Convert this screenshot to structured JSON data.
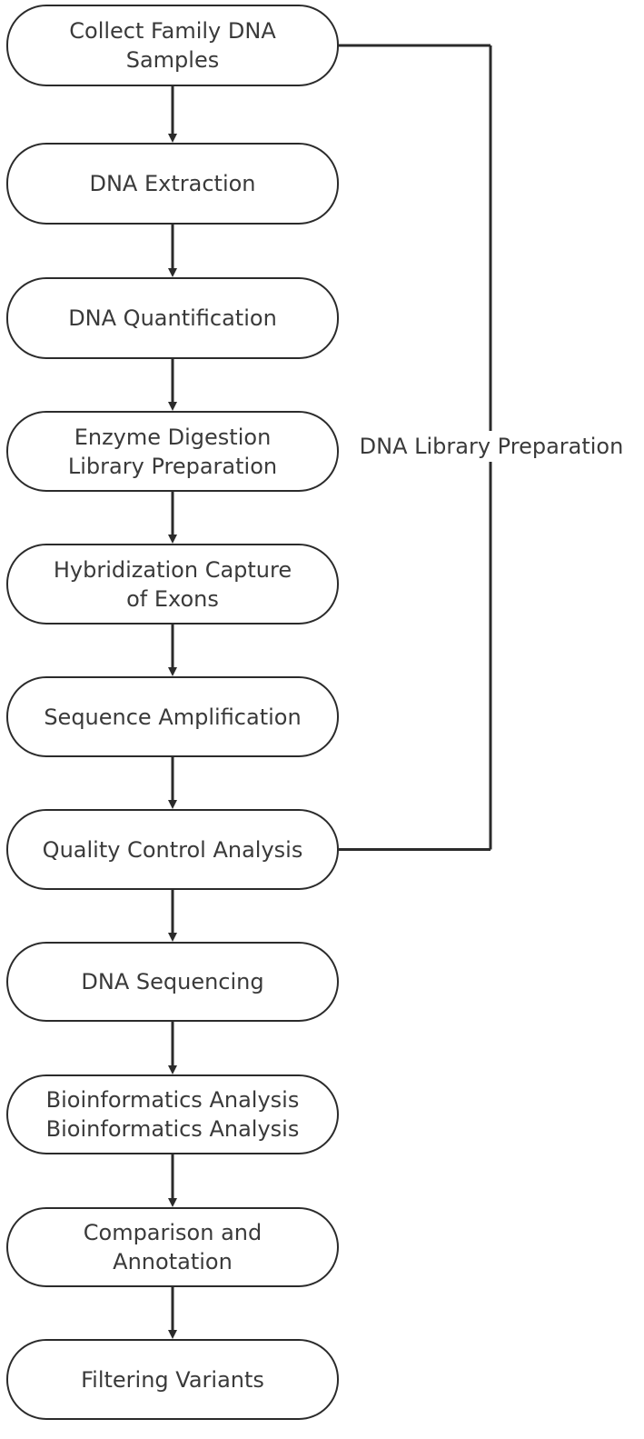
{
  "steps": [
    {
      "label": "Collect Family DNA\nSamples"
    },
    {
      "label": "DNA Extraction"
    },
    {
      "label": "DNA Quantification"
    },
    {
      "label": "Enzyme Digestion\nLibrary Preparation"
    },
    {
      "label": "Hybridization Capture\nof Exons"
    },
    {
      "label": "Sequence Amplification"
    },
    {
      "label": "Quality Control Analysis"
    },
    {
      "label": "DNA Sequencing"
    },
    {
      "label": "Bioinformatics Analysis\nBioinformatics Analysis"
    },
    {
      "label": "Comparison and\nAnnotation"
    },
    {
      "label": "Filtering Variants"
    }
  ],
  "bracket": {
    "label": "DNA Library Preparation"
  },
  "colors": {
    "stroke": "#2b2b2b",
    "text": "#3a3a3a",
    "background": "#ffffff"
  }
}
